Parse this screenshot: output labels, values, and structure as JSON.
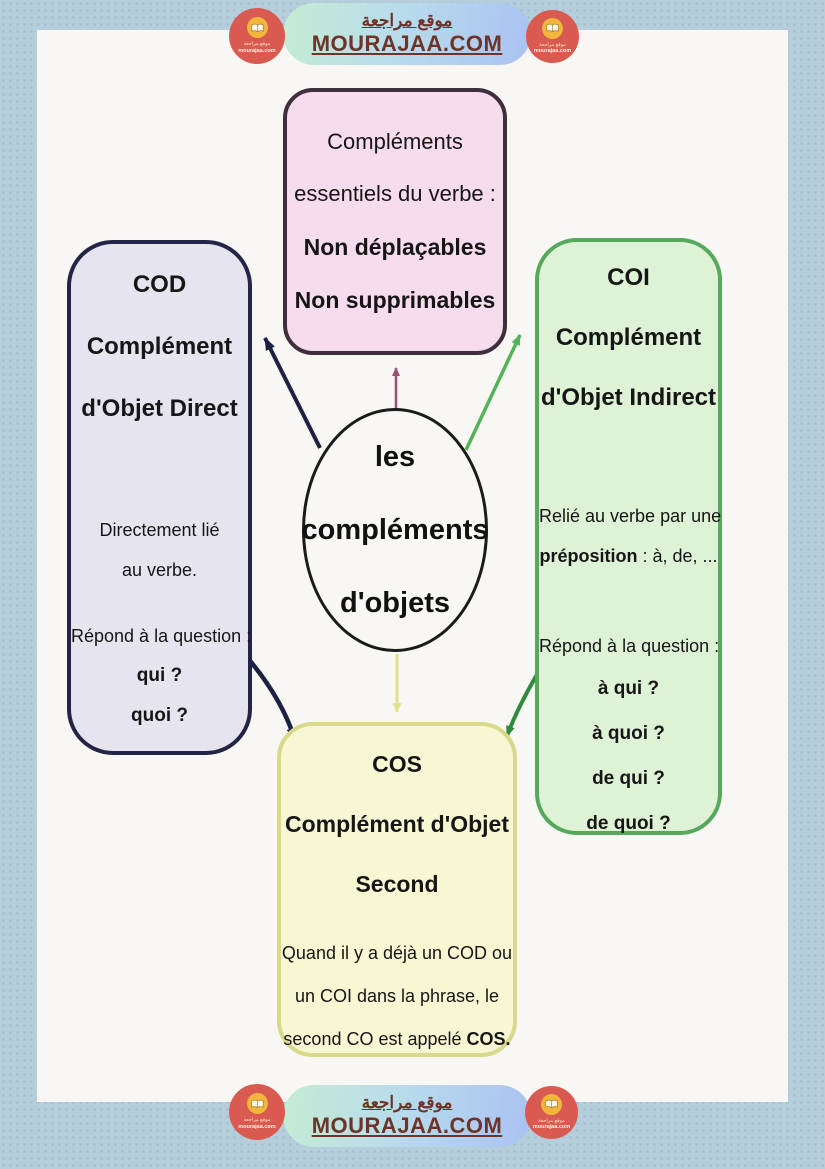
{
  "site": {
    "name_ar": "موقع مراجعة",
    "domain_upper": "MOURAJAA.COM",
    "logo": {
      "name_ar": "موقع مراجعة",
      "domain": "mourajaa.com",
      "icon": "open-book-icon"
    }
  },
  "diagram": {
    "center_circle": {
      "line1": "les",
      "line2": "compléments",
      "line3": "d'objets"
    },
    "essential_box": {
      "line1": "Compléments",
      "line2": "essentiels du verbe :",
      "line3": "Non déplaçables",
      "line4": "Non supprimables"
    },
    "cod_box": {
      "abbr": "COD",
      "title_line1": "Complément",
      "title_line2": "d'Objet Direct",
      "desc_line1": "Directement lié",
      "desc_line2": "au verbe.",
      "question_label": "Répond à la question :",
      "question1": "qui ?",
      "question2": "quoi ?"
    },
    "coi_box": {
      "abbr": "COI",
      "title_line1": "Complément",
      "title_line2": "d'Objet Indirect",
      "desc_line1": "Relié au verbe par une",
      "desc_bold": "préposition",
      "desc_rest": " : à, de, ...",
      "question_label": "Répond à la question :",
      "question1": "à qui ?",
      "question2": "à quoi ?",
      "question3": "de qui ?",
      "question4": "de quoi ?"
    },
    "cos_box": {
      "abbr": "COS",
      "title_line1": "Complément d'Objet",
      "title_line2": "Second",
      "desc_line1": "Quand il y a déjà un COD ou",
      "desc_line2": "un COI dans la phrase, le",
      "desc_line3_regular": "second CO est appelé ",
      "desc_line3_bold": "COS."
    },
    "colors": {
      "background": "#b6cedb",
      "page": "#f8f7f3",
      "essential_fill": "#f6dcec",
      "essential_border": "#3f2e3d",
      "cod_fill": "#e6e5ef",
      "cod_border": "#232546",
      "coi_fill": "#def2d6",
      "coi_border": "#55a85c",
      "cos_fill": "#f7f7d4",
      "cos_border": "#d8d98a",
      "arrow_navy": "#1c2142",
      "arrow_purple": "#9c4f75",
      "arrow_green_light": "#53b457",
      "arrow_green_dark": "#2f8a3d",
      "arrow_yellow": "#e0e28e",
      "banner_text": "#6e3427",
      "logo_red": "#d85a50",
      "logo_yellow": "#f2b63c"
    }
  }
}
